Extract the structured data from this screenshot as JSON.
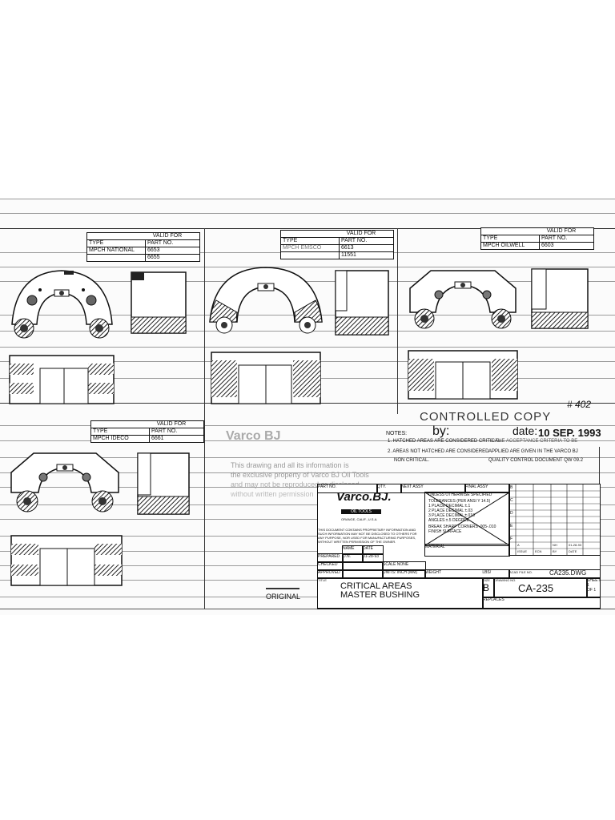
{
  "labels": {
    "valid_for": "VALID FOR",
    "type": "TYPE",
    "part_no": "PART NO."
  },
  "views": [
    {
      "type": "MPCH NATIONAL",
      "parts": [
        "6653",
        "6655"
      ]
    },
    {
      "type": "MPCH EMSCO",
      "parts": [
        "6613",
        "11551"
      ]
    },
    {
      "type": "MPCH OILWELL",
      "parts": [
        "6603",
        ""
      ]
    },
    {
      "type": "MPCH IDECO",
      "parts": [
        "6661",
        ""
      ]
    }
  ],
  "notes": {
    "title": "NOTES:",
    "n1": "1. HATCHED AREAS ARE CONSIDERED CRITICAL.",
    "n1b": "3. THE ACCEPTANCE CRITERIA TO BE",
    "n2": "2. AREAS NOT HATCHED ARE CONSIDERED",
    "n2b": "NON CRITICAL.",
    "n3": "APPLIED ARE GIVEN IN THE VARCO BJ",
    "n4": "QUALITY CONTROL DOCUMENT QW 09.2"
  },
  "stamp": {
    "text": "CONTROLLED COPY",
    "by": "by:",
    "date_label": "date:",
    "date": "10 SEP. 1993",
    "mark": "# 402"
  },
  "faded": {
    "title": "Varco BJ",
    "l1": "This drawing and all its information is",
    "l2": "the exclusive property of Varco BJ Oil Tools",
    "l3": "and may not be reproduced or disclosed",
    "l4": "without written permission"
  },
  "original": "ORIGINAL",
  "title_block": {
    "company": "Varco.BJ.",
    "sub": "OIL TOOLS",
    "city": "ORANGE, CALIF., U.S.A.",
    "proprietary": "THIS DOCUMENT CONTAINS PROPRIETARY INFORMATION AND SUCH INFORMATION MAY NOT BE DISCLOSED TO OTHERS FOR ANY PURPOSE, NOR USED FOR MANUFACTURING PURPOSES, WITHOUT WRITTEN PERMISSION OF THE OWNER.",
    "part_no": "PART NO.",
    "qty": "QTY.",
    "next_assy": "NEXT ASSY",
    "final_assy": "FINAL ASSY",
    "tolerances": [
      "UNLESS OTHERWISE SPECIFIED",
      "TOLERANCES (PER ANSI Y 14.5)",
      "1 PLACE DECIMAL ±.1",
      "2 PLACE DECIMAL ±.03",
      "3 PLACE DECIMAL ±.010",
      "ANGLES ±.5 DEGREE",
      "BREAK SHARP CORNERS .005-.010",
      "FINISH SURFACE"
    ],
    "material": "MATERIAL",
    "name": "NAME",
    "date": "DATE",
    "prepared": "PREPARED",
    "prepared_by": "D.N.",
    "prepared_date": "01-28-93",
    "checked": "CHECKED",
    "scale": "SCALE",
    "scale_val": "NONE",
    "approved": "APPROVED",
    "units": "UNITS: INCH (MM)",
    "weight": "WEIGHT",
    "lbs": "LBS/",
    "title": "TITLE",
    "title_l1": "CRITICAL AREAS",
    "title_l2": "MASTER BUSHING",
    "size": "SIZE",
    "size_val": "B",
    "drawing_no": "DRAWING NO.",
    "drawing_no_val": "CA-235",
    "acad": "ACAD FILE NO.",
    "acad_val": "CA235.DWG",
    "sheet": "SHEET",
    "sheet_val": "1",
    "of": "OF",
    "of_val": "1",
    "replaces": "REPLACES",
    "rev_letters": [
      "B",
      "",
      "C",
      "",
      "D",
      "",
      "E",
      "",
      "F",
      "",
      "G",
      "",
      "H"
    ],
    "issue": "ISSUE",
    "ecn": "ECN",
    "by": "BY",
    "date2": "DATE",
    "rev_row": [
      "A",
      "",
      "NH",
      "01-28-93"
    ]
  }
}
